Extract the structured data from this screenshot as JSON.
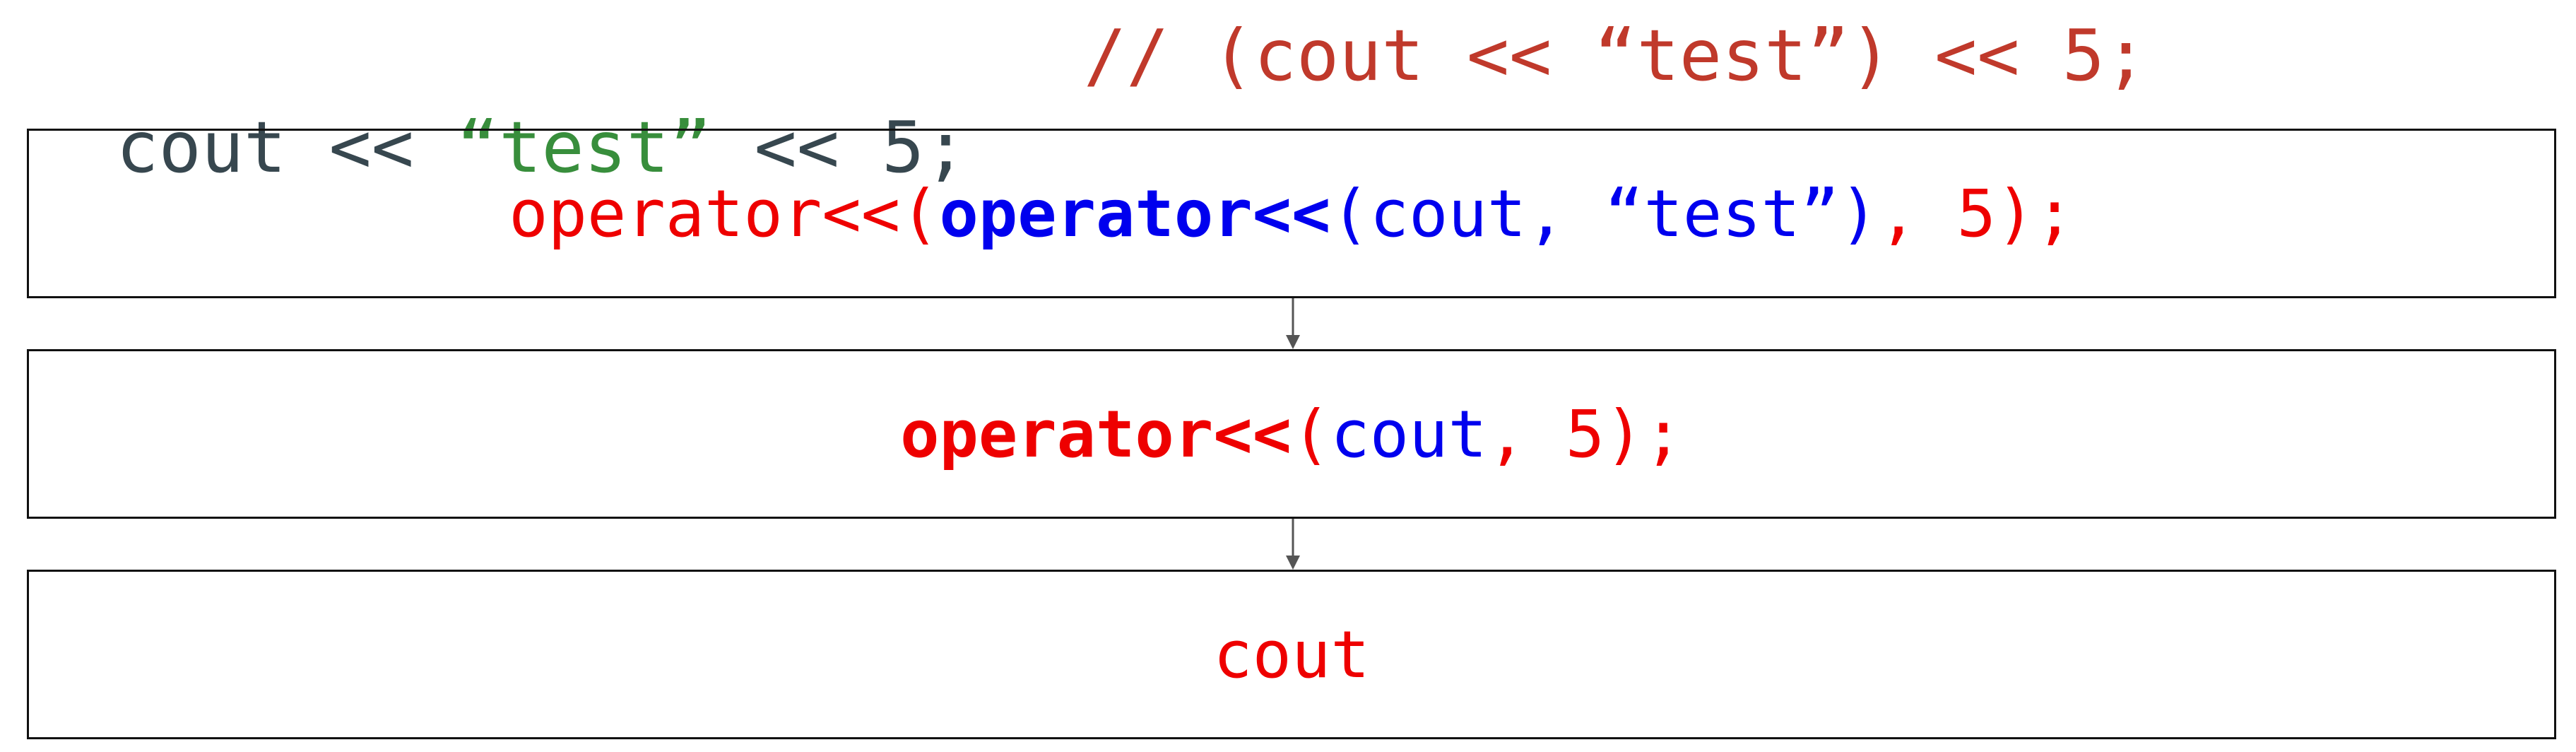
{
  "header": {
    "code": {
      "cout": "cout",
      "op1": " << ",
      "string": "“test”",
      "op2": " << ",
      "number": "5",
      "semi": ";"
    },
    "comment": "// (cout << “test”) << 5;"
  },
  "steps": [
    {
      "outer_call": "operator<<(",
      "inner_call": "operator<<",
      "inner_args": "(cout, “test”)",
      "outer_rest": ", 5);"
    },
    {
      "call": "operator<<",
      "paren_open": "(",
      "arg": "cout",
      "rest": ", 5);"
    },
    {
      "result": "cout"
    }
  ],
  "colors": {
    "plain": "#37474f",
    "string": "#388e3c",
    "comment": "#c0392b",
    "red": "#ee0000",
    "blue": "#0000ee",
    "arrow": "#555555",
    "border": "#111111"
  }
}
